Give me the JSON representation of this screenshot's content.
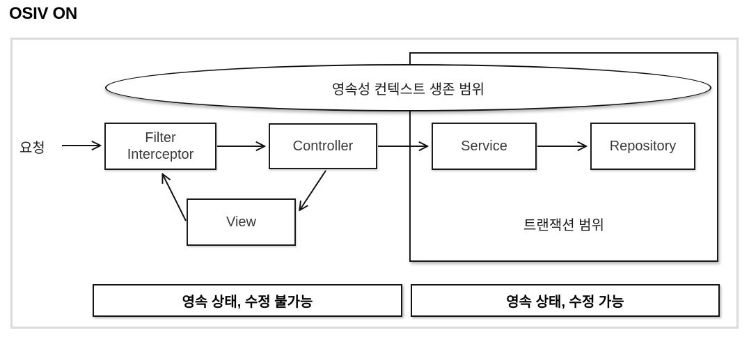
{
  "title": "OSIV ON",
  "diagram": {
    "request_label": "요청",
    "ellipse_label": "영속성 컨텍스트 생존 범위",
    "transaction_scope_label": "트랜잭션 범위",
    "nodes": {
      "filter_interceptor": {
        "line1": "Filter",
        "line2": "Interceptor"
      },
      "controller": {
        "label": "Controller"
      },
      "view": {
        "label": "View"
      },
      "service": {
        "label": "Service"
      },
      "repository": {
        "label": "Repository"
      }
    },
    "footer": {
      "left_label": "영속 상태, 수정 불가능",
      "right_label": "영속 상태, 수정 가능"
    },
    "colors": {
      "box_border": "#1b1b1b",
      "frame_border": "#dbdbdb",
      "text": "#000000",
      "background": "#ffffff"
    }
  }
}
